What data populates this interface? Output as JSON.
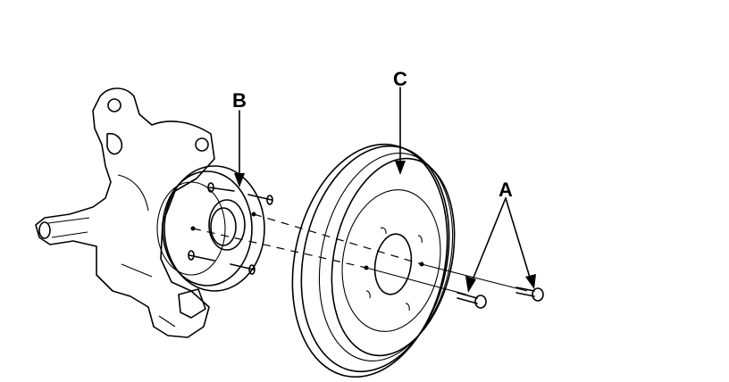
{
  "diagram": {
    "callouts": [
      {
        "id": "A",
        "text": "A"
      },
      {
        "id": "B",
        "text": "B"
      },
      {
        "id": "C",
        "text": "C"
      }
    ],
    "colors": {
      "line": "#000000",
      "background": "#ffffff"
    }
  }
}
